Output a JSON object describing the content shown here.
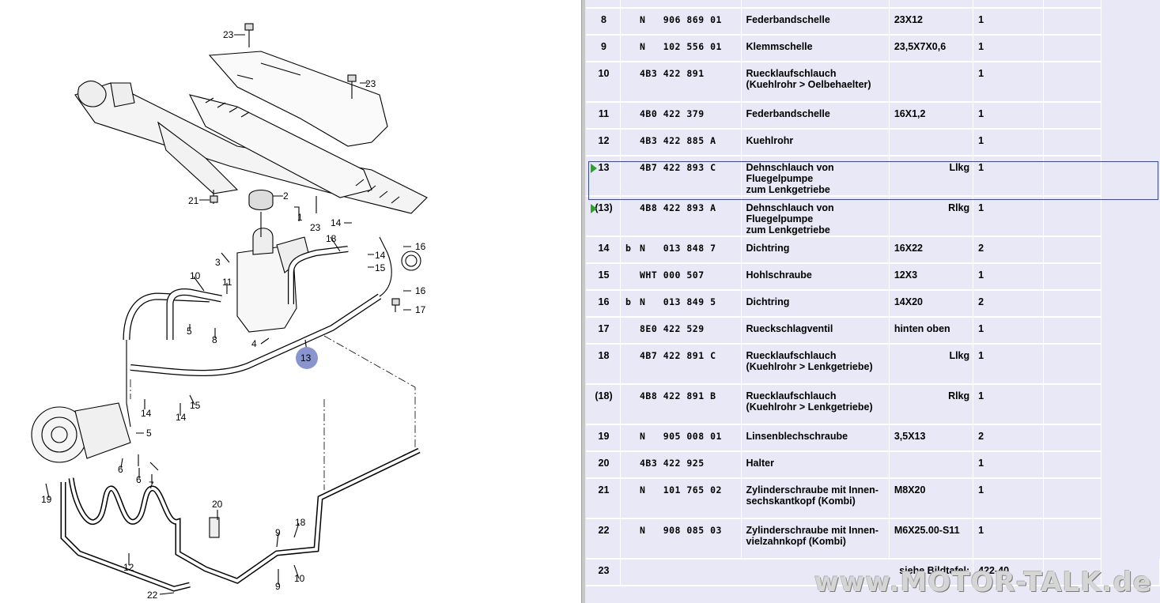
{
  "diagram": {
    "callouts": [
      "23",
      "23",
      "21",
      "2",
      "1",
      "23",
      "14",
      "18",
      "14",
      "15",
      "16",
      "16",
      "17",
      "3",
      "10",
      "11",
      "5",
      "8",
      "4",
      "13",
      "14",
      "15",
      "14",
      "5",
      "6",
      "6",
      "7",
      "19",
      "20",
      "12",
      "22",
      "9",
      "18",
      "9",
      "10"
    ]
  },
  "table": {
    "rows": [
      {
        "pos": "8",
        "b": "",
        "partno": "N   906 869 01",
        "desc": [
          "Federbandschelle"
        ],
        "extra": "23X12",
        "qty": "1",
        "selected": false,
        "marker": false
      },
      {
        "pos": "9",
        "b": "",
        "partno": "N   102 556 01",
        "desc": [
          "Klemmschelle"
        ],
        "extra": "23,5X7X0,6",
        "qty": "1",
        "selected": false,
        "marker": false
      },
      {
        "pos": "10",
        "b": "",
        "partno": "4B3 422 891",
        "desc": [
          "Ruecklaufschlauch",
          "(Kuehlrohr > Oelbehaelter)"
        ],
        "extra": "",
        "qty": "1",
        "selected": false,
        "marker": false
      },
      {
        "pos": "11",
        "b": "",
        "partno": "4B0 422 379",
        "desc": [
          "Federbandschelle"
        ],
        "extra": "16X1,2",
        "qty": "1",
        "selected": false,
        "marker": false
      },
      {
        "pos": "12",
        "b": "",
        "partno": "4B3 422 885 A",
        "desc": [
          "Kuehlrohr"
        ],
        "extra": "",
        "qty": "1",
        "selected": false,
        "marker": false
      },
      {
        "pos": "13",
        "b": "",
        "partno": "4B7 422 893 C",
        "desc": [
          "Dehnschlauch von Fluegelpumpe",
          "zum Lenkgetriebe"
        ],
        "extra": "Llkg",
        "qty": "1",
        "selected": true,
        "marker": true
      },
      {
        "pos": "(13)",
        "b": "",
        "partno": "4B8 422 893 A",
        "desc": [
          "Dehnschlauch von Fluegelpumpe",
          "zum Lenkgetriebe"
        ],
        "extra": "Rlkg",
        "qty": "1",
        "selected": false,
        "marker": true
      },
      {
        "pos": "14",
        "b": "b",
        "partno": "N   013 848 7",
        "desc": [
          "Dichtring"
        ],
        "extra": "16X22",
        "qty": "2",
        "selected": false,
        "marker": false
      },
      {
        "pos": "15",
        "b": "",
        "partno": "WHT 000 507",
        "desc": [
          "Hohlschraube"
        ],
        "extra": "12X3",
        "qty": "1",
        "selected": false,
        "marker": false
      },
      {
        "pos": "16",
        "b": "b",
        "partno": "N   013 849 5",
        "desc": [
          "Dichtring"
        ],
        "extra": "14X20",
        "qty": "2",
        "selected": false,
        "marker": false
      },
      {
        "pos": "17",
        "b": "",
        "partno": "8E0 422 529",
        "desc": [
          "Rueckschlagventil"
        ],
        "extra": "hinten oben",
        "qty": "1",
        "selected": false,
        "marker": false
      },
      {
        "pos": "18",
        "b": "",
        "partno": "4B7 422 891 C",
        "desc": [
          "Ruecklaufschlauch",
          "(Kuehlrohr > Lenkgetriebe)"
        ],
        "extra": "Llkg",
        "qty": "1",
        "selected": false,
        "marker": false
      },
      {
        "pos": "(18)",
        "b": "",
        "partno": "4B8 422 891 B",
        "desc": [
          "Ruecklaufschlauch",
          "(Kuehlrohr > Lenkgetriebe)"
        ],
        "extra": "Rlkg",
        "qty": "1",
        "selected": false,
        "marker": false
      },
      {
        "pos": "19",
        "b": "",
        "partno": "N   905 008 01",
        "desc": [
          "Linsenblechschraube"
        ],
        "extra": "3,5X13",
        "qty": "2",
        "selected": false,
        "marker": false
      },
      {
        "pos": "20",
        "b": "",
        "partno": "4B3 422 925",
        "desc": [
          "Halter"
        ],
        "extra": "",
        "qty": "1",
        "selected": false,
        "marker": false
      },
      {
        "pos": "21",
        "b": "",
        "partno": "N   101 765 02",
        "desc": [
          "Zylinderschraube mit Innen-",
          "sechskantkopf (Kombi)"
        ],
        "extra": "M8X20",
        "qty": "1",
        "selected": false,
        "marker": false
      },
      {
        "pos": "22",
        "b": "",
        "partno": "N   908 085 03",
        "desc": [
          "Zylinderschraube mit Innen-",
          "vielzahnkopf (Kombi)"
        ],
        "extra": "M6X25.00-S11",
        "qty": "1",
        "selected": false,
        "marker": false
      }
    ],
    "last_row": {
      "pos": "23",
      "see_label": "siehe Bildtafel:",
      "see_value": "422-40"
    }
  },
  "watermark": "www.MOTOR-TALK.de",
  "colors": {
    "table_bg": "#e8e8f6",
    "marker": "#2ea02e",
    "selection_frame": "#3a4b8c",
    "highlight_circle": "#8a95cf"
  }
}
